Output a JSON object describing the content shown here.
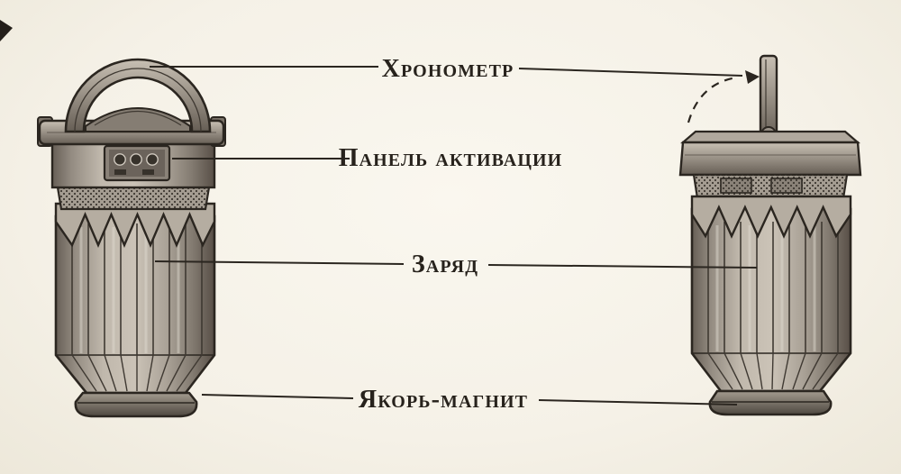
{
  "diagram": {
    "labels": {
      "chronometer": "Хронометр",
      "activation_panel": "Панель активации",
      "charge": "Заряд",
      "anchor_magnet": "Якорь-магнит"
    },
    "colors": {
      "paper": "#f5f1e7",
      "ink": "#2b2620",
      "metal_light": "#c6beb2",
      "metal_mid": "#9a9288",
      "metal_dark": "#5d564e"
    }
  }
}
